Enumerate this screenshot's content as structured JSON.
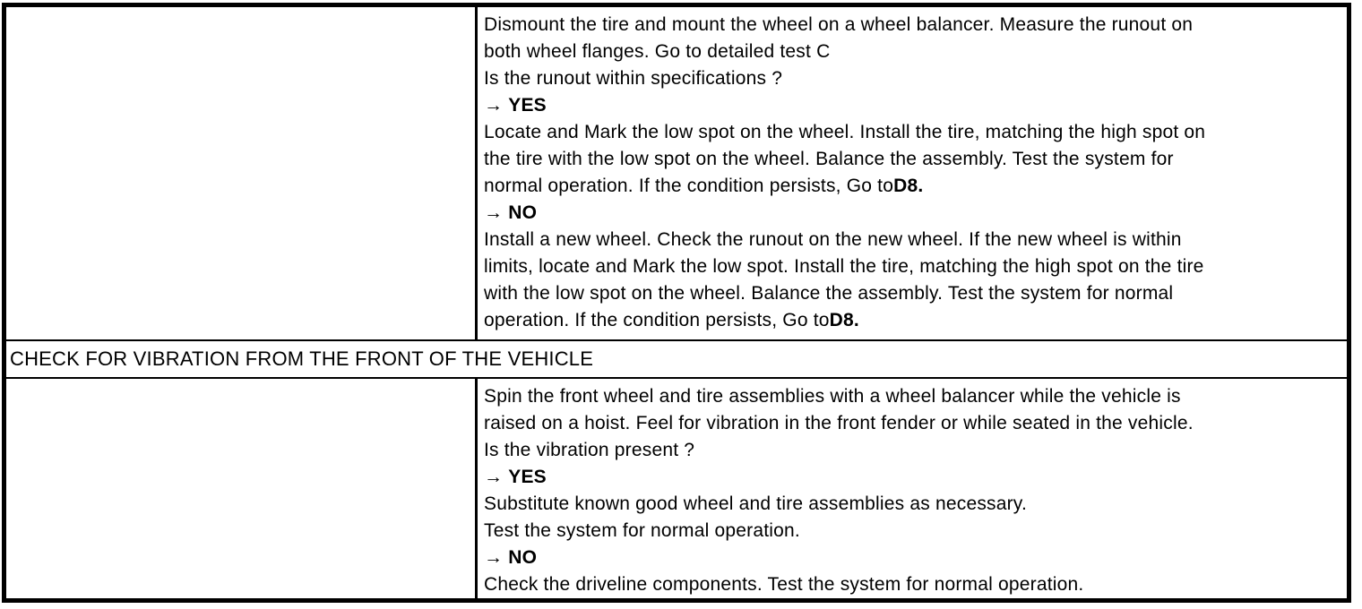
{
  "document": {
    "background_color": "#ffffff",
    "border_color": "#000000",
    "text_color": "#000000"
  },
  "table": {
    "rows": [
      {
        "kind": "procedure",
        "left_cell_text": "",
        "right_cell_lines": [
          [
            {
              "text": "Dismount the tire and mount the wheel on a wheel balancer. Measure the runout on",
              "bold": false
            }
          ],
          [
            {
              "text": "both wheel flanges. Go to detailed test C",
              "bold": false
            }
          ],
          [
            {
              "text": "Is the runout within specifications ?",
              "bold": false
            }
          ],
          [
            {
              "text": "→ ",
              "bold": false
            },
            {
              "text": "YES",
              "bold": true
            }
          ],
          [
            {
              "text": "Locate and Mark the low spot on the wheel. Install the tire, matching the high spot on",
              "bold": false
            }
          ],
          [
            {
              "text": "the tire with the low spot on the wheel. Balance the assembly. Test the system for",
              "bold": false
            }
          ],
          [
            {
              "text": "normal operation. If the condition persists, Go to",
              "bold": false
            },
            {
              "text": "D8.",
              "bold": true
            }
          ],
          [
            {
              "text": "→ ",
              "bold": false
            },
            {
              "text": "NO",
              "bold": true
            }
          ],
          [
            {
              "text": "Install a new wheel. Check the runout on the new wheel. If the new wheel is within",
              "bold": false
            }
          ],
          [
            {
              "text": "limits, locate and Mark the low spot. Install the tire, matching the high spot on the tire",
              "bold": false
            }
          ],
          [
            {
              "text": "with the low spot on the wheel. Balance the assembly. Test the system for normal",
              "bold": false
            }
          ],
          [
            {
              "text": "operation. If the condition persists, Go to",
              "bold": false
            },
            {
              "text": "D8.",
              "bold": true
            }
          ]
        ]
      },
      {
        "kind": "section_header",
        "title": "CHECK FOR VIBRATION FROM THE FRONT OF THE VEHICLE"
      },
      {
        "kind": "procedure",
        "left_cell_text": "",
        "right_cell_lines": [
          [
            {
              "text": "Spin the front wheel and tire assemblies with a wheel balancer while the vehicle is",
              "bold": false
            }
          ],
          [
            {
              "text": "raised on a hoist. Feel for vibration in the front fender or while seated in the vehicle.",
              "bold": false
            }
          ],
          [
            {
              "text": "Is the vibration present ?",
              "bold": false
            }
          ],
          [
            {
              "text": "→ ",
              "bold": false
            },
            {
              "text": "YES",
              "bold": true
            }
          ],
          [
            {
              "text": "Substitute known good wheel and tire assemblies as necessary.",
              "bold": false
            }
          ],
          [
            {
              "text": "Test the system for normal operation.",
              "bold": false
            }
          ],
          [
            {
              "text": "→ ",
              "bold": false
            },
            {
              "text": "NO",
              "bold": true
            }
          ],
          [
            {
              "text": "Check the driveline components. Test the system for normal operation.",
              "bold": false
            }
          ]
        ]
      }
    ]
  }
}
